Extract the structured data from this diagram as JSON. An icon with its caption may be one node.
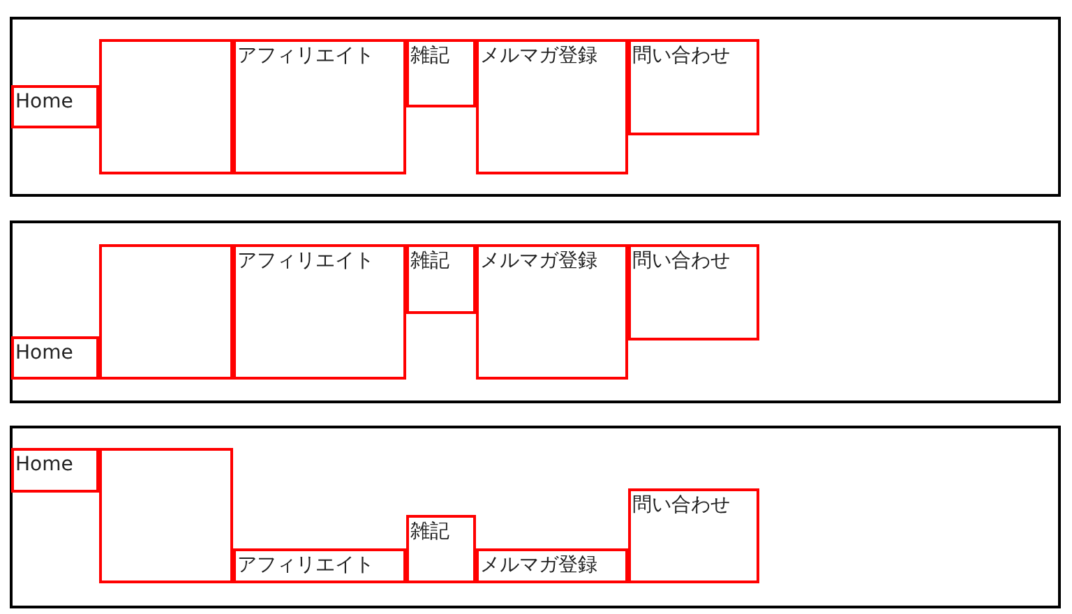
{
  "diagram": {
    "nodes": [
      {
        "text": [],
        "shape": "box"
      },
      {
        "text": [
          "Home"
        ],
        "in": 0
      },
      {
        "text": [],
        "shape": "box",
        "in": 0
      },
      {
        "text": [
          "アフィリエイト"
        ],
        "in": 0
      },
      {
        "text": [
          "雑記"
        ],
        "in": 0
      },
      {
        "text": [
          "メルマガ登録"
        ],
        "in": 0
      },
      {
        "text": [
          "問い合わせ"
        ],
        "in": 0
      },
      {
        "text": [],
        "shape": "box"
      },
      {
        "text": [
          "Home"
        ],
        "in": 7
      },
      {
        "text": [],
        "shape": "box",
        "in": 7
      },
      {
        "text": [
          "アフィリエイト"
        ],
        "in": 7
      },
      {
        "text": [
          "雑記"
        ],
        "in": 7
      },
      {
        "text": [
          "メルマガ登録"
        ],
        "in": 7
      },
      {
        "text": [
          "問い合わせ"
        ],
        "in": 7
      },
      {
        "text": [],
        "shape": "box"
      },
      {
        "text": [
          "Home"
        ],
        "in": 14
      },
      {
        "text": [],
        "shape": "box",
        "in": 14
      },
      {
        "text": [
          "アフィリエイト"
        ],
        "in": 14
      },
      {
        "text": [
          "雑記"
        ],
        "in": 14
      },
      {
        "text": [
          "メルマガ登録"
        ],
        "in": 14
      },
      {
        "text": [
          "問い合わせ"
        ],
        "in": 14
      }
    ]
  }
}
